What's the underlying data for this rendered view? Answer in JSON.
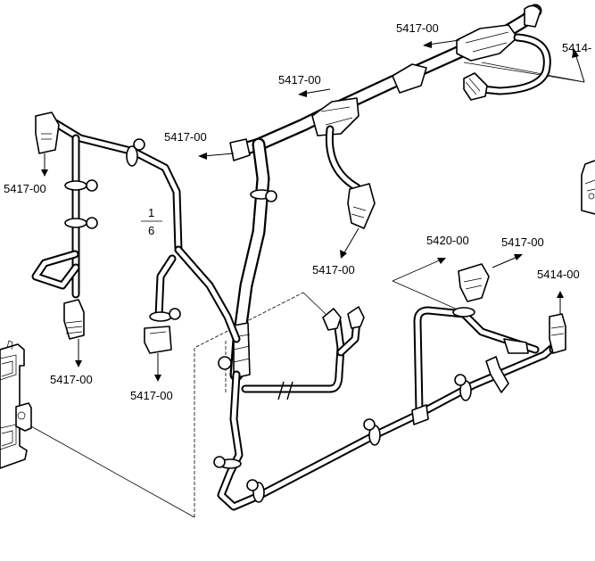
{
  "diagram": {
    "type": "exploded parts diagram - wiring harness",
    "fraction": {
      "numerator": "1",
      "denominator": "6"
    },
    "labels": [
      {
        "id": "top-left-arrow",
        "text": "5417-00"
      },
      {
        "id": "top-right",
        "text": "5414-"
      },
      {
        "id": "upper-mid",
        "text": "5417-00"
      },
      {
        "id": "upper-left-mid",
        "text": "5417-00"
      },
      {
        "id": "left-connector",
        "text": "5417-00"
      },
      {
        "id": "center-connector",
        "text": "5417-00"
      },
      {
        "id": "right-5420",
        "text": "5420-00"
      },
      {
        "id": "right-5417",
        "text": "5417-00"
      },
      {
        "id": "right-5414",
        "text": "5414-00"
      },
      {
        "id": "lower-left-connector",
        "text": "5417-00"
      },
      {
        "id": "lower-mid-connector",
        "text": "5417-00"
      }
    ]
  }
}
